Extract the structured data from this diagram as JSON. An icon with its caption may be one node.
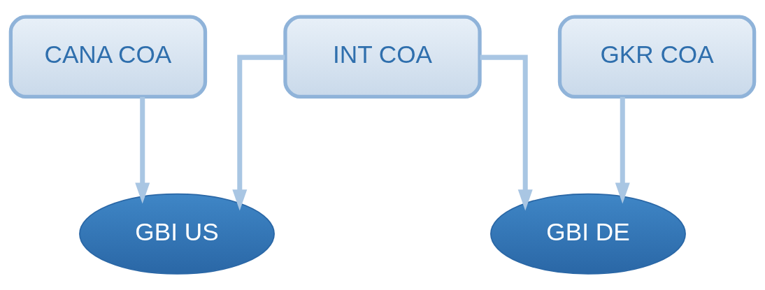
{
  "diagram": {
    "nodes": [
      {
        "text": [
          "CANA COA"
        ]
      },
      {
        "text": [
          "INT COA"
        ]
      },
      {
        "text": [
          "GKR COA"
        ]
      },
      {
        "text": [
          "GBI US"
        ]
      },
      {
        "text": [
          "GBI DE"
        ]
      }
    ],
    "edges": [
      {
        "from": 0,
        "to": 3,
        "arrow": "to"
      },
      {
        "from": 1,
        "to": 3,
        "arrow": "to"
      },
      {
        "from": 1,
        "to": 4,
        "arrow": "to"
      },
      {
        "from": 2,
        "to": 4,
        "arrow": "to"
      }
    ]
  }
}
